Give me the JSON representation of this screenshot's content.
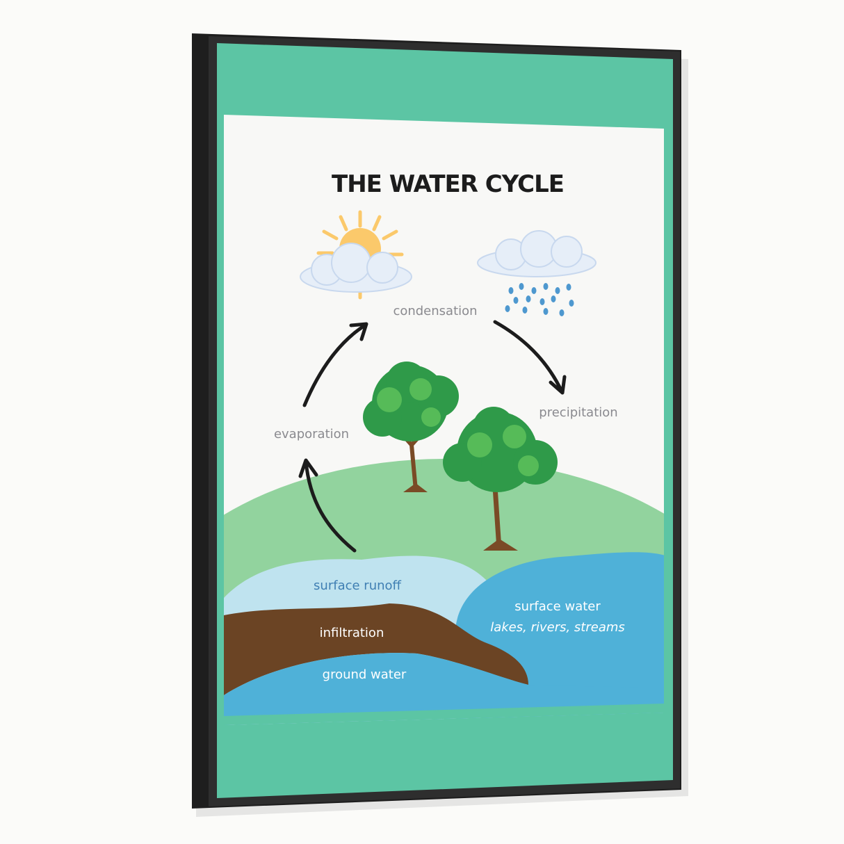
{
  "poster": {
    "title": "THE WATER CYCLE",
    "labels": {
      "condensation": "condensation",
      "precipitation": "precipitation",
      "evaporation": "evaporation",
      "surface_runoff": "surface runoff",
      "infiltration": "infiltration",
      "ground_water": "ground water",
      "surface_water": "surface water",
      "surface_water_examples": "lakes, rivers, streams"
    }
  },
  "colors": {
    "teal": "#5cc5a4",
    "hill": "#92d39e",
    "runoff": "#bfe3ef",
    "water": "#4fb1d8",
    "soil": "#6b4424",
    "sun": "#fbc96b",
    "frame": "#1e1e1e"
  }
}
